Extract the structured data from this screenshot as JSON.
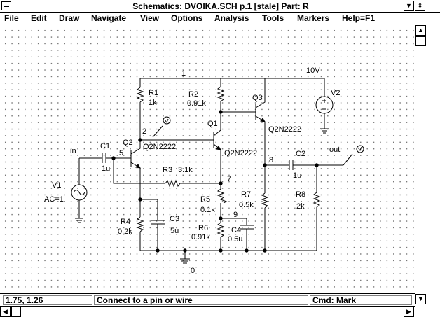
{
  "window": {
    "title": "Schematics:  DVOIKA.SCH  p.1         [stale]   Part: R"
  },
  "menu": [
    {
      "label": "File"
    },
    {
      "label": "Edit"
    },
    {
      "label": "Draw"
    },
    {
      "label": "Navigate"
    },
    {
      "label": "View"
    },
    {
      "label": "Options"
    },
    {
      "label": "Analysis"
    },
    {
      "label": "Tools"
    },
    {
      "label": "Markers"
    },
    {
      "label": "Help=F1"
    }
  ],
  "status": {
    "coords": "1.75,  1.26",
    "message": "Connect to a pin or wire",
    "cmd": "Cmd: Mark"
  },
  "schematic": {
    "nodes": [
      "1",
      "2",
      "5",
      "7",
      "8",
      "9",
      "0"
    ],
    "supply_label": "10V",
    "in_label": "in",
    "out_label": "out",
    "parts": {
      "R1": {
        "name": "R1",
        "value": "1k"
      },
      "R2": {
        "name": "R2",
        "value": "0.91k"
      },
      "R3": {
        "name": "R3",
        "value": "3.1k"
      },
      "R4": {
        "name": "R4",
        "value": "0.2k"
      },
      "R5": {
        "name": "R5",
        "value": "0.1k"
      },
      "R6": {
        "name": "R6",
        "value": "0.91k"
      },
      "R7": {
        "name": "R7",
        "value": "0.5k"
      },
      "R8": {
        "name": "R8",
        "value": "2k"
      },
      "C1": {
        "name": "C1",
        "value": "1u"
      },
      "C2": {
        "name": "C2",
        "value": "1u"
      },
      "C3": {
        "name": "C3",
        "value": "5u"
      },
      "C4": {
        "name": "C4",
        "value": "0.5u"
      },
      "Q1": {
        "name": "Q1",
        "model": "Q2N2222"
      },
      "Q2": {
        "name": "Q2",
        "model": "Q2N2222"
      },
      "Q3": {
        "name": "Q3",
        "model": "Q2N2222"
      },
      "V1": {
        "name": "V1",
        "value": "AC=1"
      },
      "V2": {
        "name": "V2"
      }
    }
  }
}
